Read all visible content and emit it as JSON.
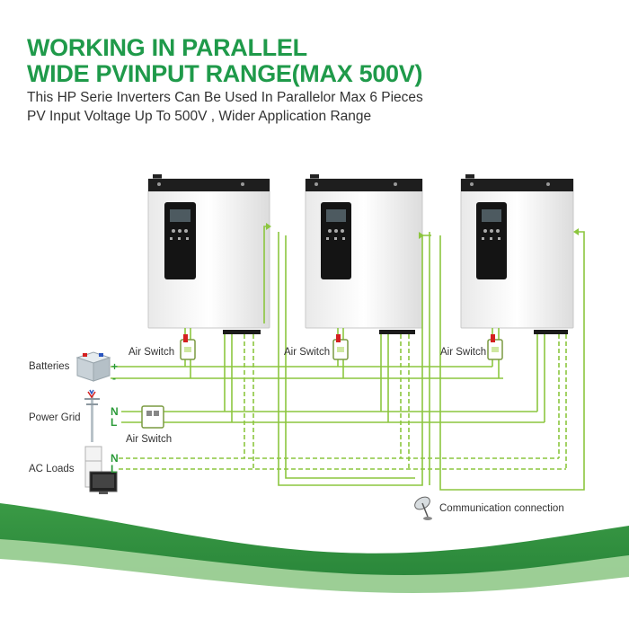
{
  "heading": {
    "line1": "WORKING IN PARALLEL",
    "line2": "WIDE PVINPUT RANGE(MAX 500V)"
  },
  "subtitle": {
    "line1": "This HP Serie Inverters Can Be Used In Parallelor Max 6 Pieces",
    "line2": "PV Input Voltage Up To 500V , Wider Application Range"
  },
  "labels": {
    "batteries": "Batteries",
    "power_grid": "Power Grid",
    "ac_loads": "AC Loads",
    "air_switch": "Air Switch",
    "communication": "Communication connection"
  },
  "terminals": {
    "plus": "+",
    "minus": "-",
    "n": "N",
    "l": "L"
  },
  "colors": {
    "brand_green": "#1f9a4a",
    "wire_green": "#8cc63f",
    "wave_green": "#2e8b3c"
  }
}
